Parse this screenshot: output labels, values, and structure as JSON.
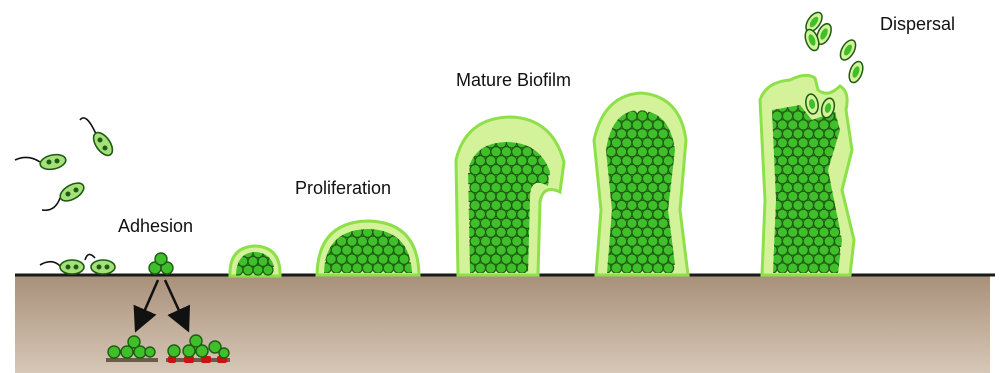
{
  "labels": {
    "adhesion": "Adhesion",
    "proliferation": "Proliferation",
    "mature": "Mature Biofilm",
    "dispersal": "Dispersal"
  },
  "colors": {
    "cell_fill": "#3fbf2a",
    "cell_stroke": "#1d5c12",
    "matrix_fill": "#d4f29a",
    "matrix_edge": "#8ee04a",
    "surface_fill": "#b49e8a",
    "surface_line": "#1a1a1a",
    "attachment_spot": "#cc1111"
  }
}
